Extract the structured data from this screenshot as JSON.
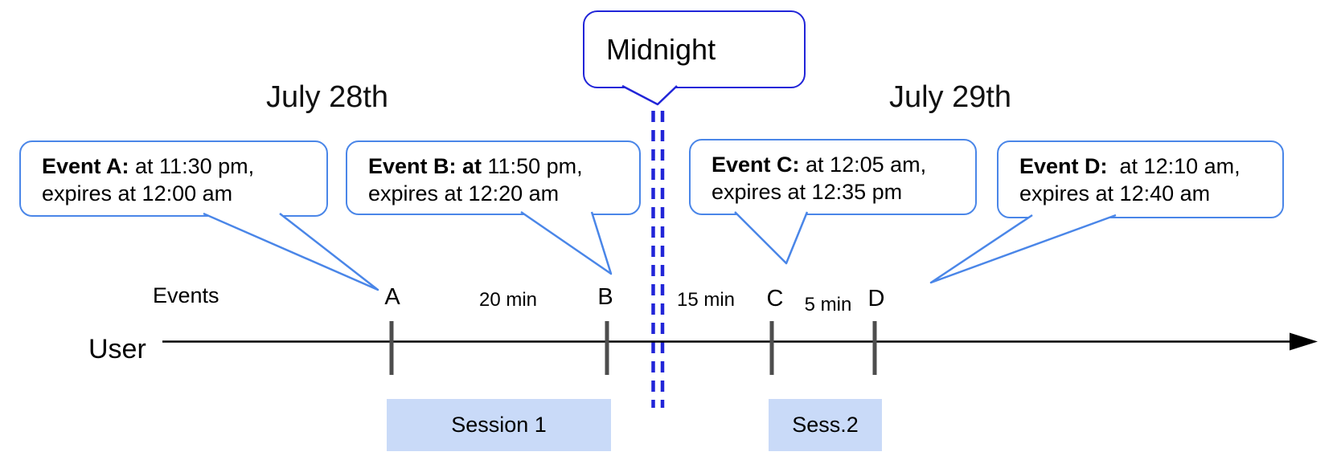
{
  "titles": {
    "left_date": "July 28th",
    "right_date": "July 29th"
  },
  "midnight_callout": {
    "label": "Midnight"
  },
  "event_callouts": [
    {
      "id": "A",
      "bold": "Event A:",
      "line1_rest": " at 11:30 pm,",
      "line2": "expires at 12:00 am"
    },
    {
      "id": "B",
      "bold": "Event B: at",
      "line1_rest": " 11:50 pm,",
      "line2": "expires at 12:20 am"
    },
    {
      "id": "C",
      "bold": "Event C:",
      "line1_rest": " at 12:05 am,",
      "line2": "expires at 12:35 pm"
    },
    {
      "id": "D",
      "bold": "Event D:",
      "line1_rest": "  at 12:10 am,",
      "line2": "expires at 12:40 am"
    }
  ],
  "timeline": {
    "events_label": "Events",
    "row_label": "User",
    "tick_labels": [
      "A",
      "B",
      "C",
      "D"
    ],
    "intervals": [
      {
        "label": "20 min",
        "between": "A-B"
      },
      {
        "label": "15 min",
        "between": "B-C"
      },
      {
        "label": "5 min",
        "between": "C-D"
      }
    ]
  },
  "sessions": [
    {
      "label": "Session 1"
    },
    {
      "label": "Sess.2"
    }
  ],
  "colors": {
    "event_callout_border": "#4a86e8",
    "midnight_callout_border": "#2125d8",
    "midnight_dashed_line": "#2125d8",
    "session_box_fill": "#c9daf8",
    "timeline_line": "#000000",
    "tick_mark": "#4d4d4d",
    "text": "#000000"
  }
}
